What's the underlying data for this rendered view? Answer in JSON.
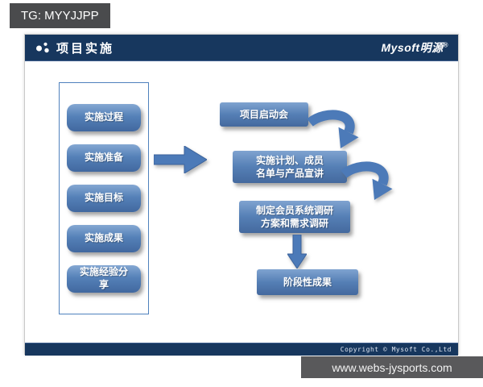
{
  "watermarks": {
    "top_left": "TG: MYYJJPP",
    "bottom_right": "www.webs-jysports.com"
  },
  "slide": {
    "header": {
      "title": "项目实施",
      "brand": "Mysoft明源",
      "brand_mark": "®"
    },
    "sidebar": {
      "items": [
        "实施过程",
        "实施准备",
        "实施目标",
        "实施成果",
        "实施经验分\n享"
      ]
    },
    "flow": {
      "steps": [
        "项目启动会",
        "实施计划、成员\n名单与产品宣讲",
        "制定会员系统调研\n方案和需求调研",
        "阶段性成果"
      ]
    },
    "footer": {
      "copyright": "Copyright © Mysoft Co.,Ltd"
    }
  },
  "colors": {
    "header_navy": "#17375E",
    "shape_blue": "#4F81BD",
    "watermark_gray": "#4A4B4D"
  }
}
